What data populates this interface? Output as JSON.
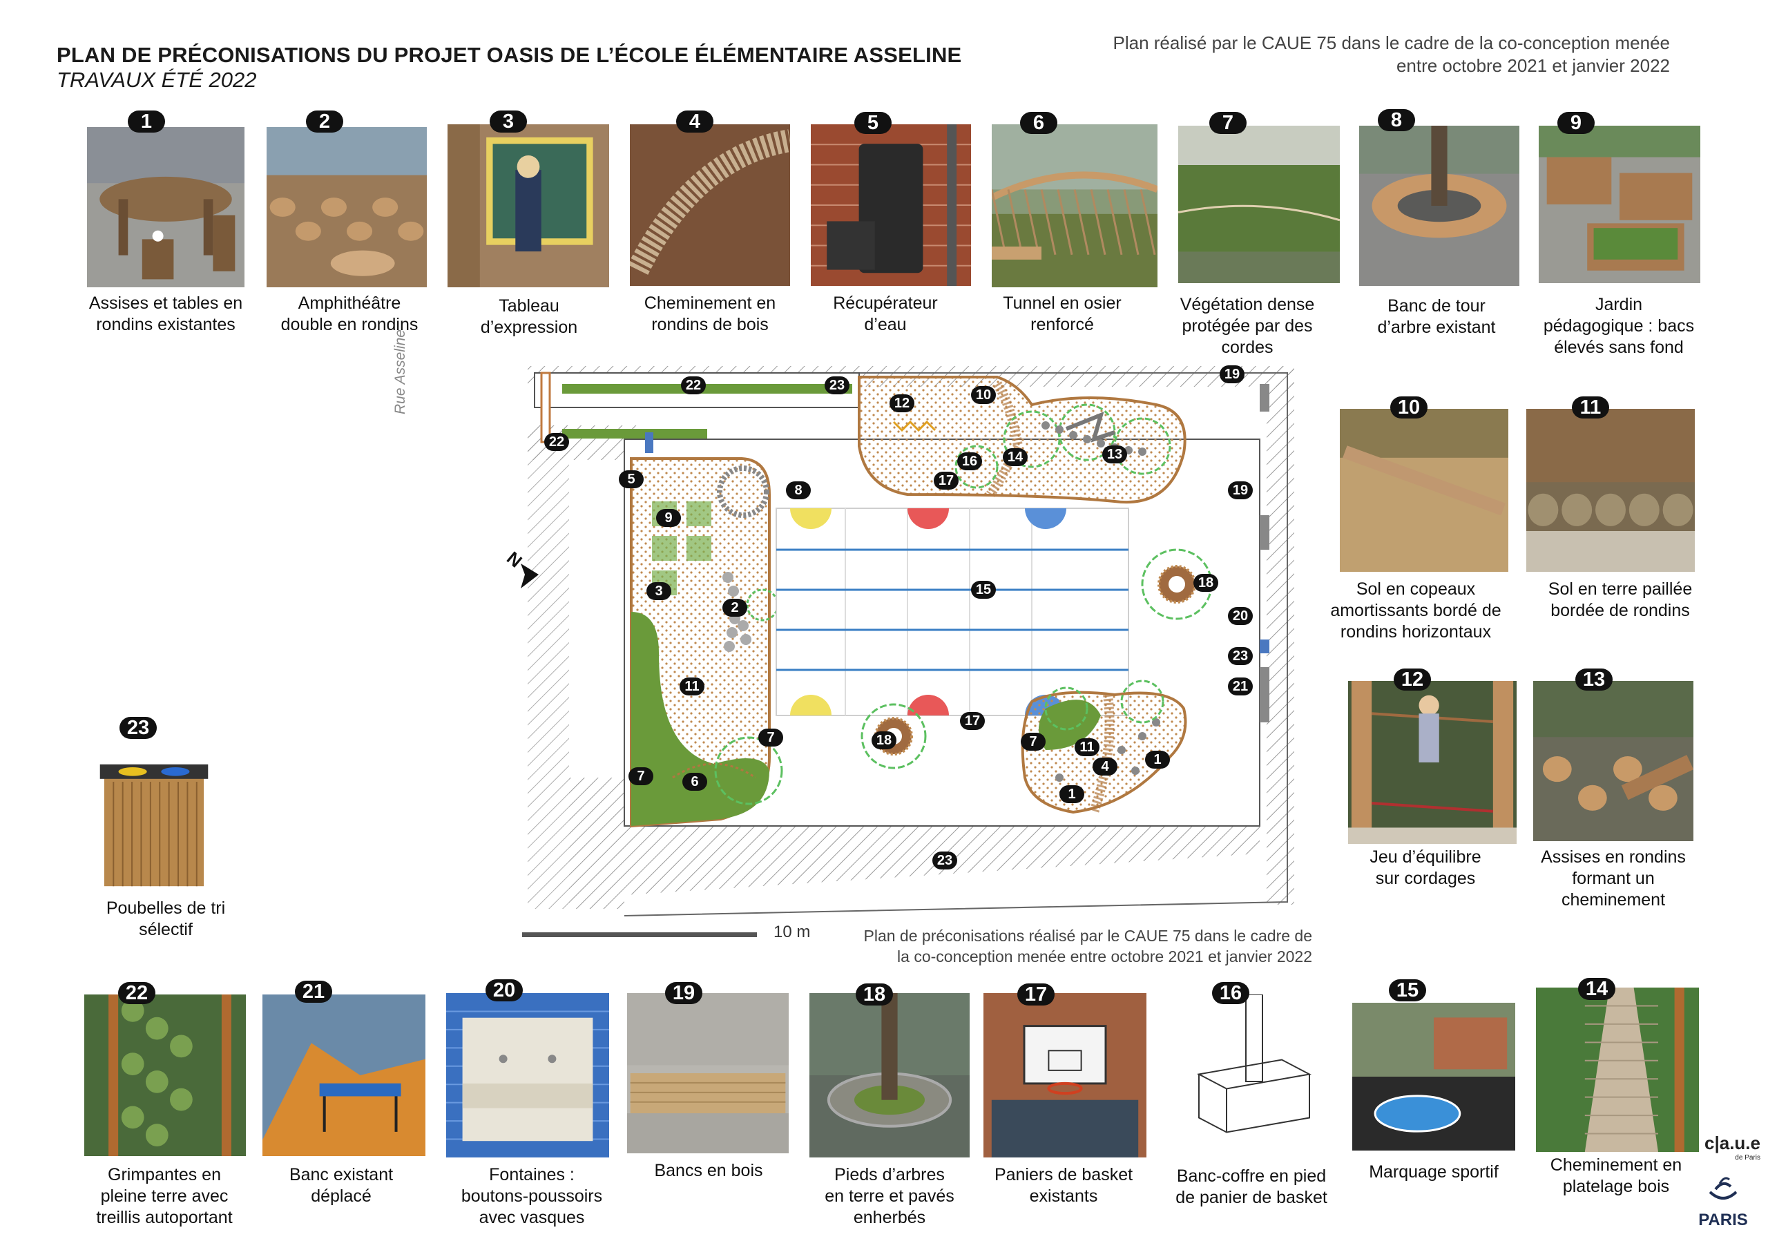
{
  "header": {
    "title": "PLAN DE PRÉCONISATIONS DU PROJET OASIS DE L’ÉCOLE ÉLÉMENTAIRE ASSELINE",
    "subtitle": "TRAVAUX ÉTÉ 2022",
    "credit_line1": "Plan réalisé par le CAUE 75 dans le cadre de la co-conception menée",
    "credit_line2": "entre octobre 2021 et janvier 2022"
  },
  "items": [
    {
      "num": "1",
      "caption": [
        "Assises et tables en",
        "rondins existantes"
      ]
    },
    {
      "num": "2",
      "caption": [
        "Amphithéâtre",
        "double en rondins"
      ]
    },
    {
      "num": "3",
      "caption": [
        "Tableau",
        "d’expression"
      ]
    },
    {
      "num": "4",
      "caption": [
        "Cheminement en",
        "rondins de bois"
      ]
    },
    {
      "num": "5",
      "caption": [
        "Récupérateur",
        "d’eau"
      ]
    },
    {
      "num": "6",
      "caption": [
        "Tunnel en osier",
        "renforcé"
      ]
    },
    {
      "num": "7",
      "caption": [
        "Végétation dense",
        "protégée par des",
        "cordes"
      ]
    },
    {
      "num": "8",
      "caption": [
        "Banc de tour",
        "d’arbre existant"
      ]
    },
    {
      "num": "9",
      "caption": [
        "Jardin",
        "pédagogique : bacs",
        "élevés sans fond"
      ]
    },
    {
      "num": "10",
      "caption": [
        "Sol en copeaux",
        "amortissants bordé de",
        "rondins horizontaux"
      ]
    },
    {
      "num": "11",
      "caption": [
        "Sol en terre paillée",
        "bordée de rondins"
      ]
    },
    {
      "num": "12",
      "caption": [
        "Jeu d’équilibre",
        "sur cordages"
      ]
    },
    {
      "num": "13",
      "caption": [
        "Assises en rondins",
        "formant un",
        "cheminement"
      ]
    },
    {
      "num": "14",
      "caption": [
        "Cheminement en",
        "platelage bois"
      ]
    },
    {
      "num": "15",
      "caption": [
        "Marquage sportif"
      ]
    },
    {
      "num": "16",
      "caption": [
        "Banc-coffre en pied",
        "de panier de basket"
      ]
    },
    {
      "num": "17",
      "caption": [
        "Paniers de basket",
        "existants"
      ]
    },
    {
      "num": "18",
      "caption": [
        "Pieds d’arbres",
        "en terre et pavés",
        "enherbés"
      ]
    },
    {
      "num": "19",
      "caption": [
        "Bancs en bois"
      ]
    },
    {
      "num": "20",
      "caption": [
        "Fontaines :",
        "boutons-poussoirs",
        "avec vasques"
      ]
    },
    {
      "num": "21",
      "caption": [
        "Banc existant",
        "déplacé"
      ]
    },
    {
      "num": "22",
      "caption": [
        "Grimpantes en",
        "pleine terre avec",
        "treillis autoportant"
      ]
    },
    {
      "num": "23",
      "caption": [
        "Poubelles de tri",
        "sélectif"
      ]
    }
  ],
  "plan": {
    "street_name": "Rue Asseline",
    "scale_label": "10   m",
    "north_label": "N",
    "credit_line1": "Plan de préconisations réalisé par le CAUE 75 dans le cadre de",
    "credit_line2": "la co-conception menée entre octobre 2021 et janvier 2022"
  },
  "logos": {
    "caue": "c|a.u.e",
    "caue_sub": "de Paris",
    "paris": "PARIS"
  },
  "colors": {
    "grass": "#6a9a3a",
    "wood": "#b07840",
    "badge": "#111111",
    "court_line": "#3a7fc4"
  }
}
